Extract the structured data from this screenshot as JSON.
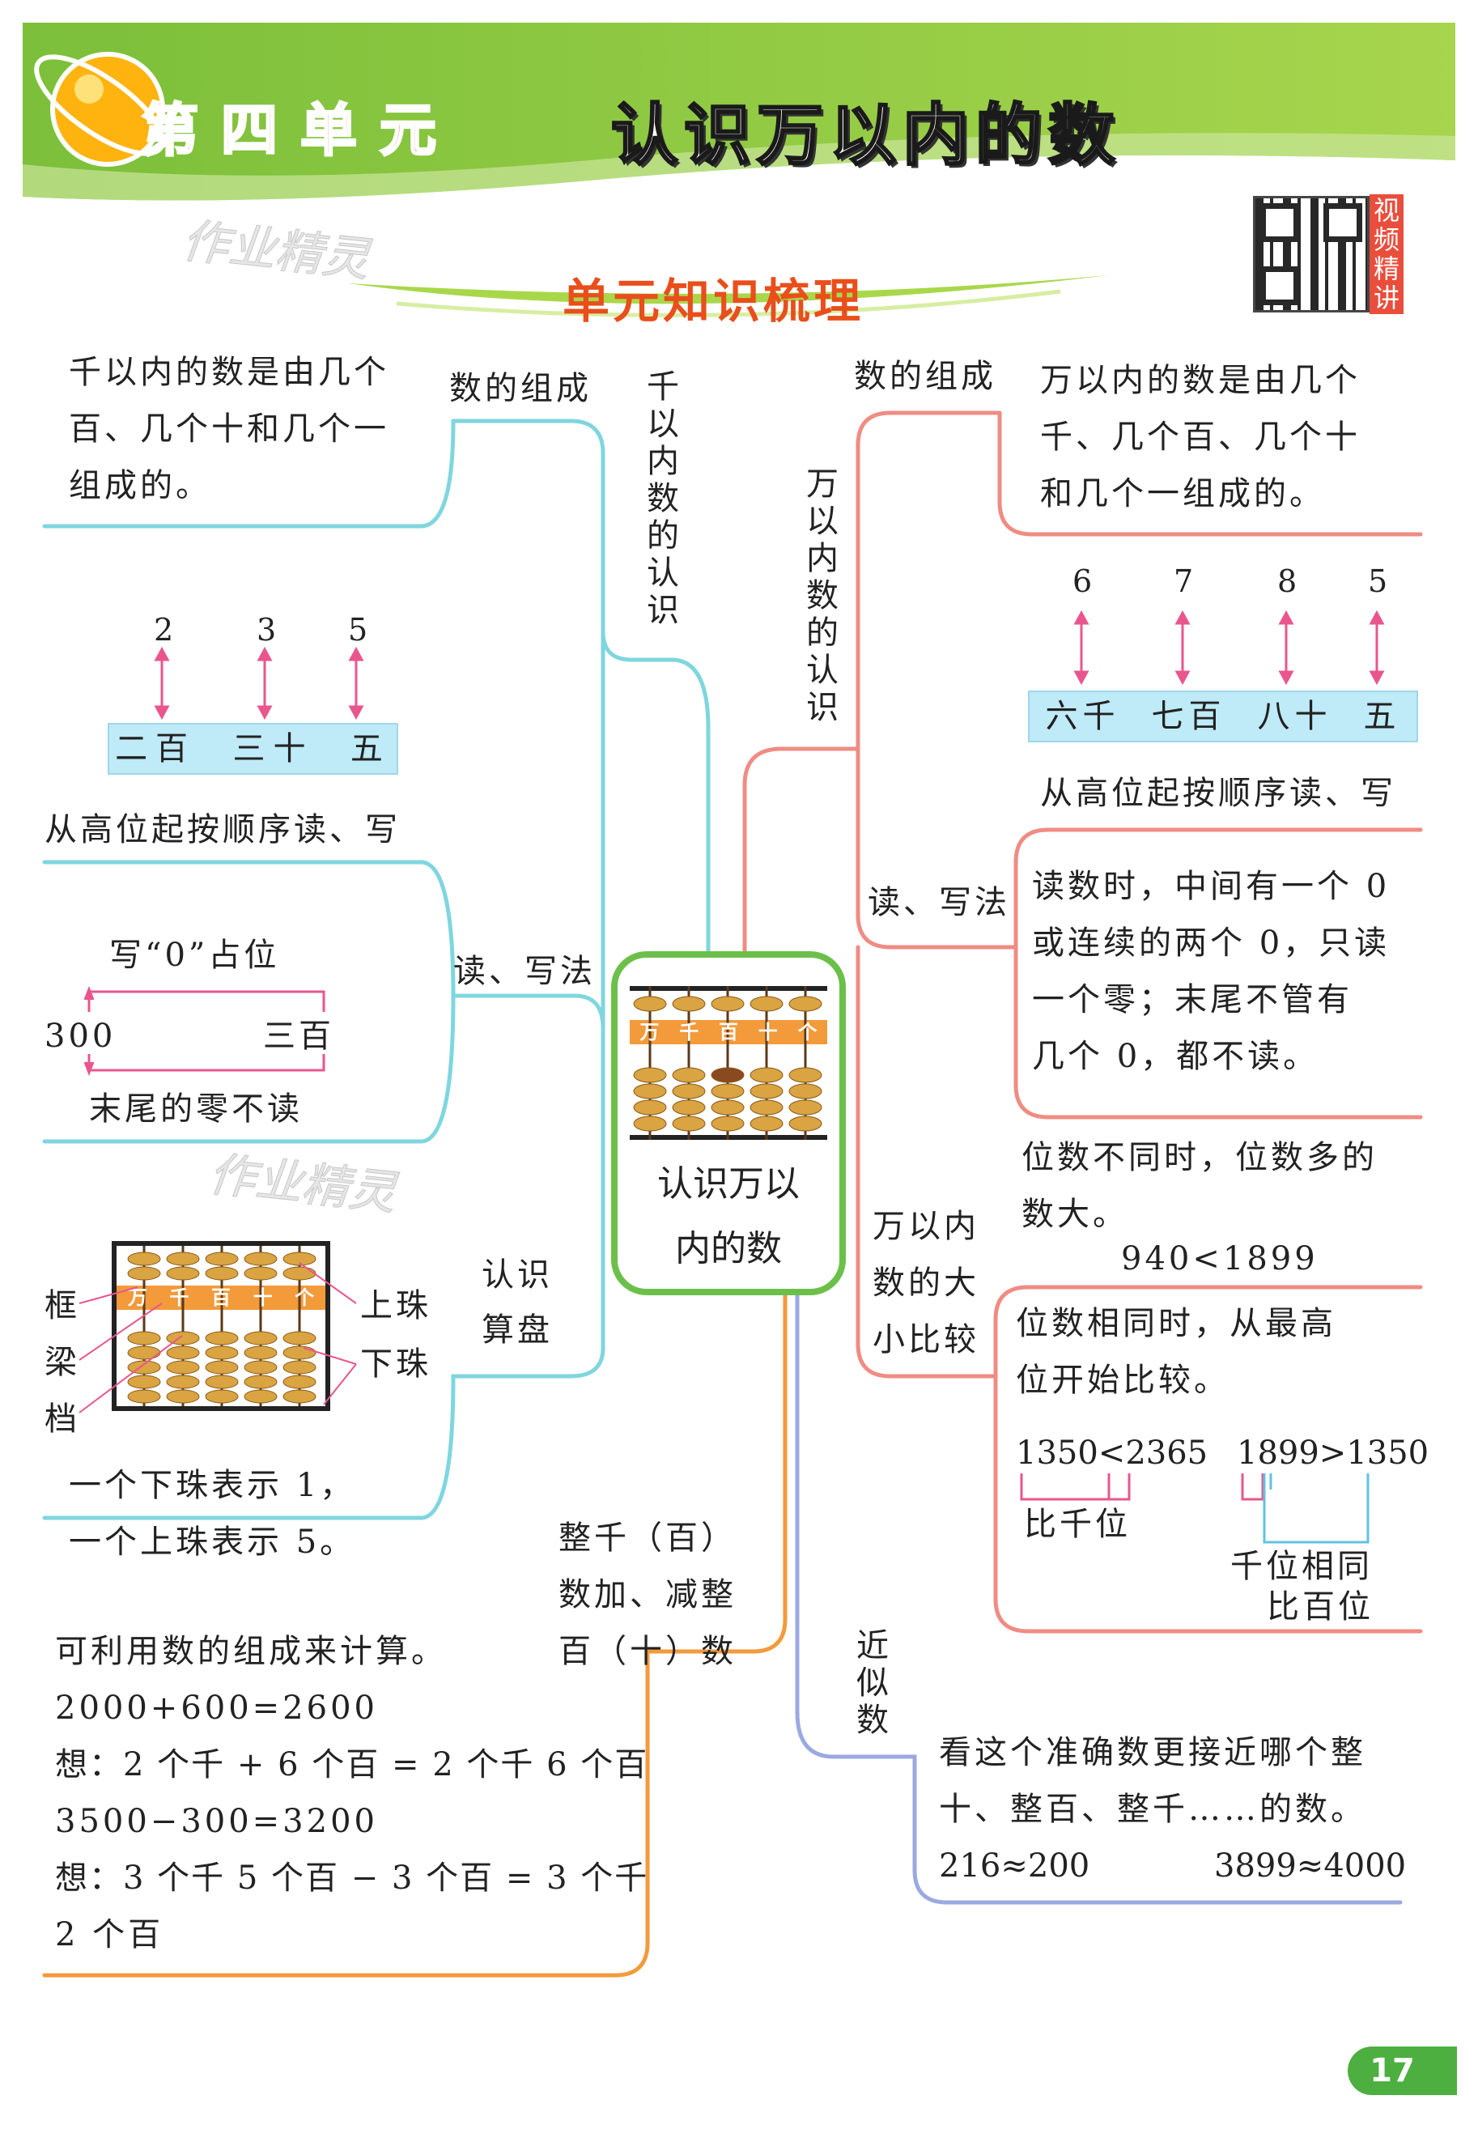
{
  "header": {
    "unit_label": "第四单元",
    "title": "认识万以内的数",
    "watermark": "作业精灵",
    "qr_side_label": "视频精讲",
    "section_title": "单元知识梳理"
  },
  "center": {
    "abacus_places": [
      "万",
      "千",
      "百",
      "十",
      "个"
    ],
    "label_line1": "认识万以",
    "label_line2": "内的数"
  },
  "left": {
    "branch_top_vertical": "千以内数的认识",
    "composition": {
      "label": "数的组成",
      "text": [
        "千以内的数是由几个",
        "百、几个十和几个一",
        "组成的。"
      ],
      "digits": [
        "2",
        "3",
        "5"
      ],
      "parts": "二百  三十  五"
    },
    "read_write": {
      "header": "从高位起按顺序读、写",
      "label": "读、写法",
      "zero_note": "写“0”占位",
      "num": "300",
      "chinese": "三百",
      "tail_note": "末尾的零不读"
    },
    "abacus": {
      "label_line1": "认识",
      "label_line2": "算盘",
      "places": [
        "万",
        "千",
        "百",
        "十",
        "个"
      ],
      "left_labels": [
        "框",
        "梁",
        "档"
      ],
      "right_labels": [
        "上珠",
        "下珠"
      ],
      "text": [
        "一个下珠表示 1，",
        "一个上珠表示 5。"
      ]
    },
    "calc": {
      "label": [
        "整千（百）",
        "数加、减整",
        "百（十）数"
      ],
      "lines": [
        "可利用数的组成来计算。",
        "2000+600=2600",
        "想：2 个千 + 6 个百 = 2 个千 6 个百",
        "3500−300=3200",
        "想：3 个千 5 个百 − 3 个百 = 3 个千",
        "2 个百"
      ]
    }
  },
  "right": {
    "branch_vertical": "万以内数的认识",
    "composition": {
      "label": "数的组成",
      "text": [
        "万以内的数是由几个",
        "千、几个百、几个十",
        "和几个一组成的。"
      ],
      "digits": [
        "6",
        "7",
        "8",
        "5"
      ],
      "parts": [
        "六千",
        "七百",
        "八十",
        "五"
      ]
    },
    "read_write": {
      "header": "从高位起按顺序读、写",
      "label": "读、写法",
      "text": [
        "读数时，中间有一个 0",
        "或连续的两个 0，只读",
        "一个零；末尾不管有",
        "几个 0，都不读。"
      ]
    },
    "compare": {
      "label": [
        "万以内",
        "数的大",
        "小比较"
      ],
      "diff_text": [
        "位数不同时，位数多的",
        "数大。"
      ],
      "diff_example": "940<1899",
      "same_text": [
        "位数相同时，从最高",
        "位开始比较。"
      ],
      "ex1": "1350<2365",
      "ex1_note": "比千位",
      "ex2": "1899>1350",
      "ex2_note1": "千位相同",
      "ex2_note2": "比百位"
    },
    "approx": {
      "label": "近似数",
      "text": [
        "看这个准确数更接近哪个整",
        "十、整百、整千……的数。"
      ],
      "ex1": "216≈200",
      "ex2": "3899≈4000"
    }
  },
  "page_number": "17",
  "colors": {
    "banner_green": "#8cc63f",
    "cyan_line": "#7fd6de",
    "salmon_line": "#ef8c83",
    "orange_line": "#f39a3b",
    "blue_line": "#9aa9e0",
    "pink_arrow": "#e9568d",
    "center_border": "#6cc04a"
  }
}
